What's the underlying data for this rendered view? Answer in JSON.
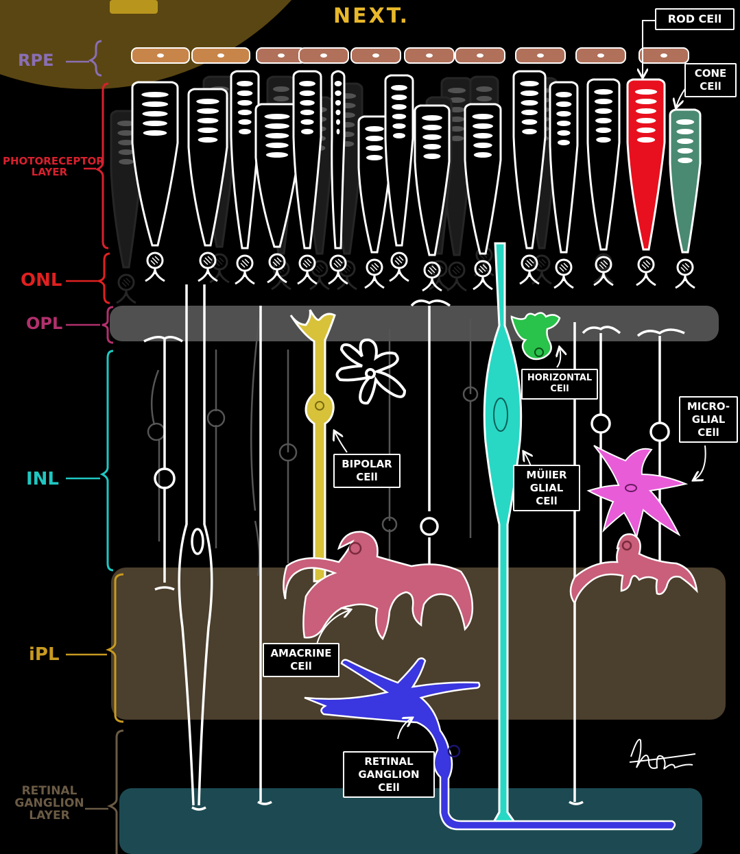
{
  "header": {
    "title": "NEXT."
  },
  "layers": [
    {
      "key": "rpe",
      "label": "RPE",
      "color": "#8a6fb5"
    },
    {
      "key": "photoreceptor",
      "label": "PHOTORECEPTOR\nLAYER",
      "color": "#d8202e"
    },
    {
      "key": "onl",
      "label": "ONL",
      "color": "#e02020"
    },
    {
      "key": "opl",
      "label": "OPL",
      "color": "#b2306d"
    },
    {
      "key": "inl",
      "label": "INL",
      "color": "#1fc7c2"
    },
    {
      "key": "ipl",
      "label": "iPL",
      "color": "#c89a20"
    },
    {
      "key": "rgc_layer",
      "label": "RETINAL\nGANGLION\nLAYER",
      "color": "#6b5b45"
    }
  ],
  "cells": {
    "rod": "ROD CEll",
    "cone": "CONE\nCEll",
    "horizontal": "HORIZONTAL\nCEll",
    "micro": "MICRO-\nGLIAL\nCEll",
    "bipolar": "BIPOLAR\nCEll",
    "muller": "MÜllER\nGLIAL\nCEll",
    "amacrine": "AMACRINE\nCEll",
    "ganglion": "RETINAL\nGANGLION\nCEll"
  },
  "colors": {
    "background": "#000000",
    "rpe_band": "#b0705a",
    "opl_band": "#505050",
    "ipl_band": "#4b3f2d",
    "rgc_band": "#1d4a52",
    "rod_red": "#e8101e",
    "cone_green": "#4a8a72",
    "bipolar_yellow": "#d7c23a",
    "muller_teal": "#28d8c4",
    "horizontal_green": "#29c24a",
    "microglia_magenta": "#e85cd8",
    "amacrine_pink": "#c95f7a",
    "ganglion_blue": "#3a36e0",
    "corner_gold": "#5a4612"
  }
}
